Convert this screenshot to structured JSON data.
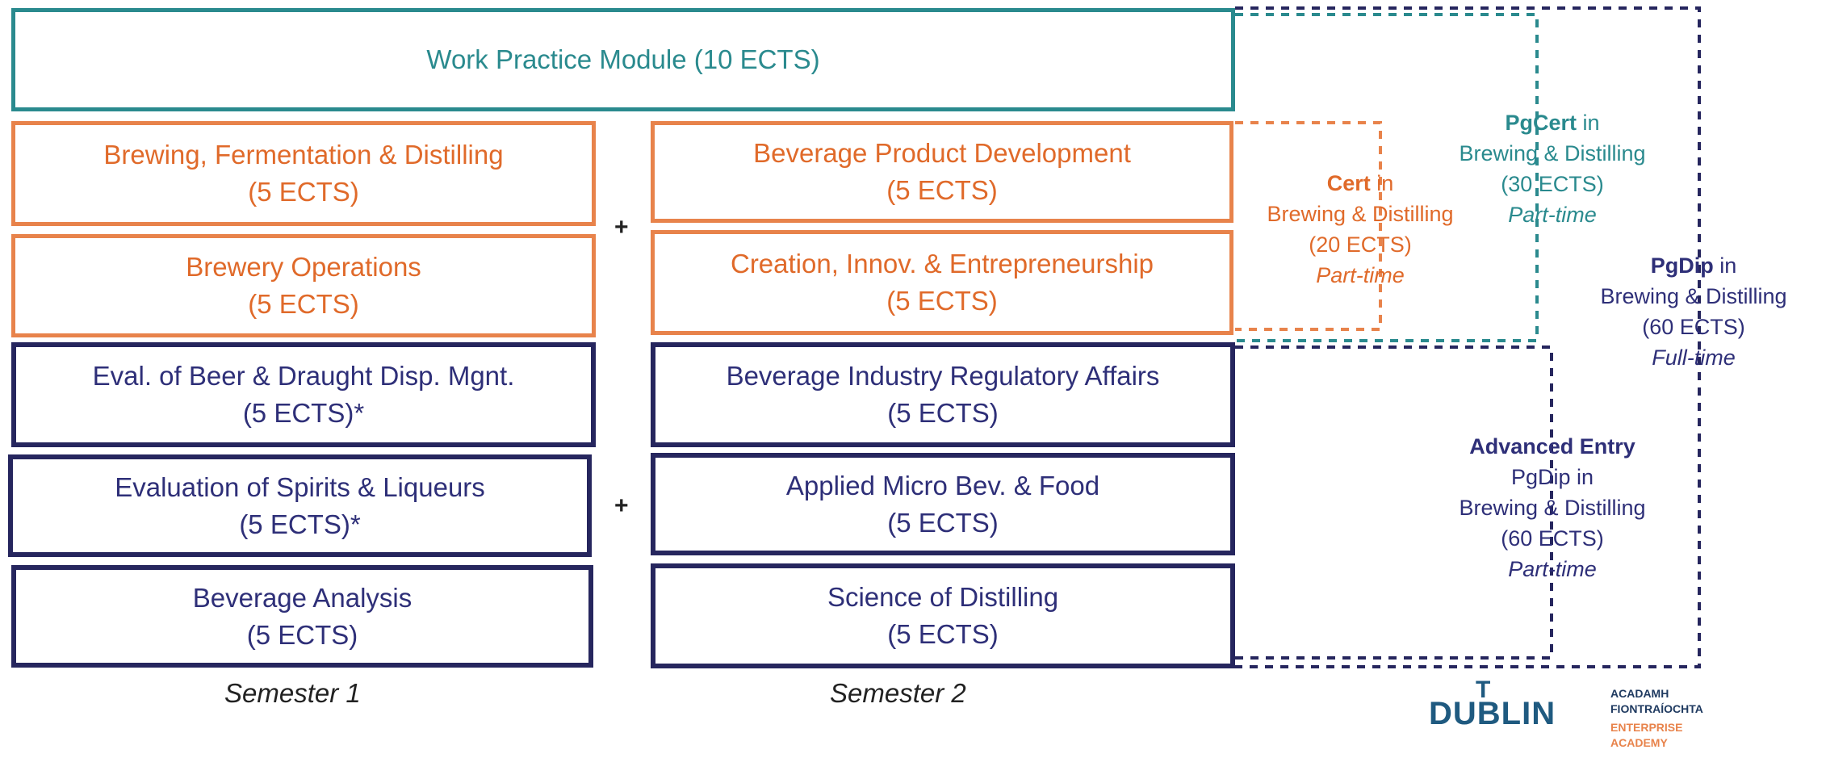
{
  "work_practice": {
    "label": "Work Practice Module (10 ECTS)"
  },
  "semester1": {
    "label": "Semester 1",
    "modules": [
      {
        "name": "Brewing, Fermentation & Distilling",
        "credits": "(5 ECTS)"
      },
      {
        "name": "Brewery Operations",
        "credits": "(5 ECTS)"
      },
      {
        "name": "Eval. of Beer & Draught Disp. Mgnt.",
        "credits": "(5 ECTS)*"
      },
      {
        "name": "Evaluation of Spirits & Liqueurs",
        "credits": "(5 ECTS)*"
      },
      {
        "name": "Beverage Analysis",
        "credits": "(5 ECTS)"
      }
    ]
  },
  "semester2": {
    "label": "Semester 2",
    "modules": [
      {
        "name": "Beverage Product Development",
        "credits": "(5 ECTS)"
      },
      {
        "name": "Creation, Innov. & Entrepreneurship",
        "credits": "(5 ECTS)"
      },
      {
        "name": "Beverage Industry Regulatory Affairs",
        "credits": "(5 ECTS)"
      },
      {
        "name": "Applied Micro Bev. & Food",
        "credits": "(5 ECTS)"
      },
      {
        "name": "Science of Distilling",
        "credits": "(5 ECTS)"
      }
    ]
  },
  "plus_sign": "+",
  "awards": {
    "cert": {
      "bold": "Cert",
      "rest": " in",
      "subject": "Brewing & Distilling",
      "credits": "(20 ECTS)",
      "mode": "Part-time"
    },
    "pgcert": {
      "bold": "PgCert",
      "rest": " in",
      "subject": "Brewing & Distilling",
      "credits": "(30 ECTS)",
      "mode": "Part-time"
    },
    "pgdip": {
      "bold": "PgDip",
      "rest": " in",
      "subject": "Brewing & Distilling",
      "credits": "(60 ECTS)",
      "mode": "Full-time"
    },
    "advanced": {
      "bold": "Advanced Entry",
      "line2": "PgDip in",
      "subject": "Brewing & Distilling",
      "credits": "(60 ECTS)",
      "mode": "Part-time"
    }
  },
  "logos": {
    "tu": "DUBLIN",
    "tu_mark": "T",
    "enterprise": [
      "ACADAMH",
      "FIONTRAÍOCHTA",
      "ENTERPRISE",
      "ACADEMY"
    ]
  },
  "colors": {
    "teal": "#2a8a8e",
    "orange": "#e06a2a",
    "navy": "#26265e"
  }
}
